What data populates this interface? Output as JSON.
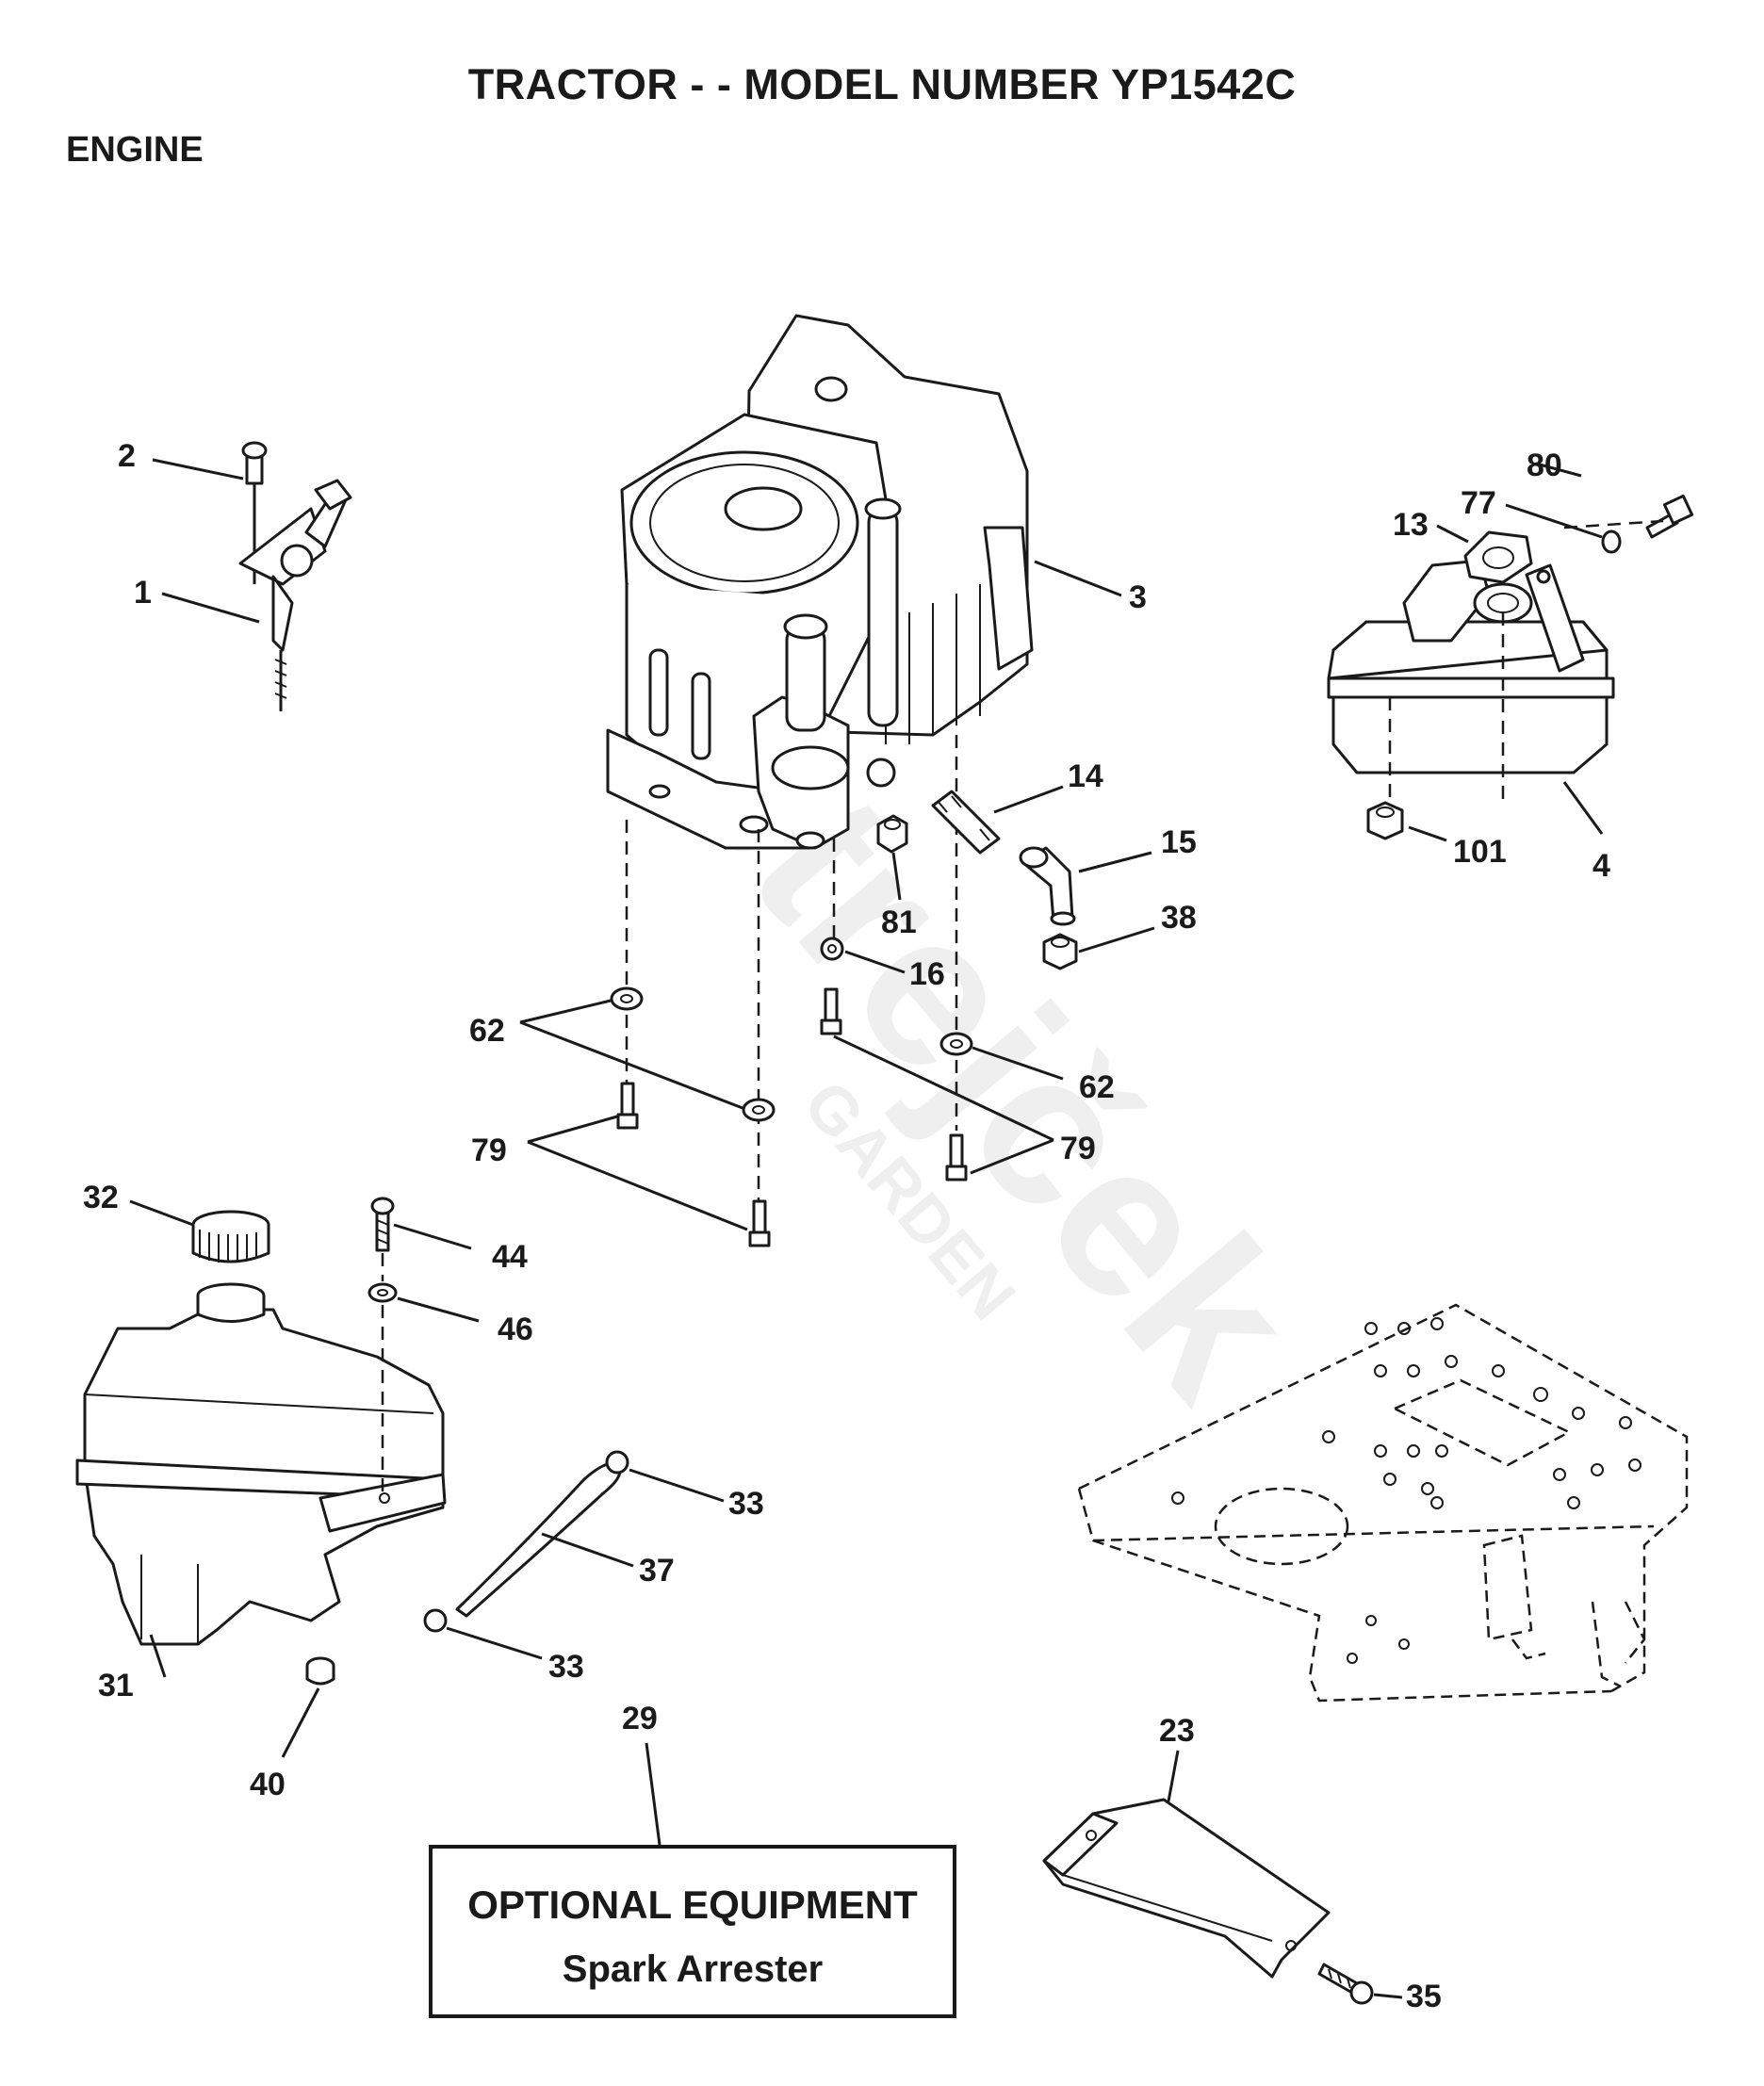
{
  "title": "TRACTOR - - MODEL NUMBER YP1542C",
  "section": "ENGINE",
  "watermark": {
    "brand": "Strejček",
    "sub": "GARDEN"
  },
  "callouts": {
    "c2": "2",
    "c1": "1",
    "c3": "3",
    "c80": "80",
    "c77": "77",
    "c13": "13",
    "c4": "4",
    "c101": "101",
    "c14": "14",
    "c15": "15",
    "c81": "81",
    "c38": "38",
    "c16": "16",
    "c62a": "62",
    "c62b": "62",
    "c79a": "79",
    "c79b": "79",
    "c32": "32",
    "c44": "44",
    "c46": "46",
    "c31": "31",
    "c40": "40",
    "c33a": "33",
    "c37": "37",
    "c33b": "33",
    "c29": "29",
    "c23": "23",
    "c35": "35"
  },
  "optional_equipment": {
    "title": "OPTIONAL EQUIPMENT",
    "item": "Spark Arrester"
  }
}
